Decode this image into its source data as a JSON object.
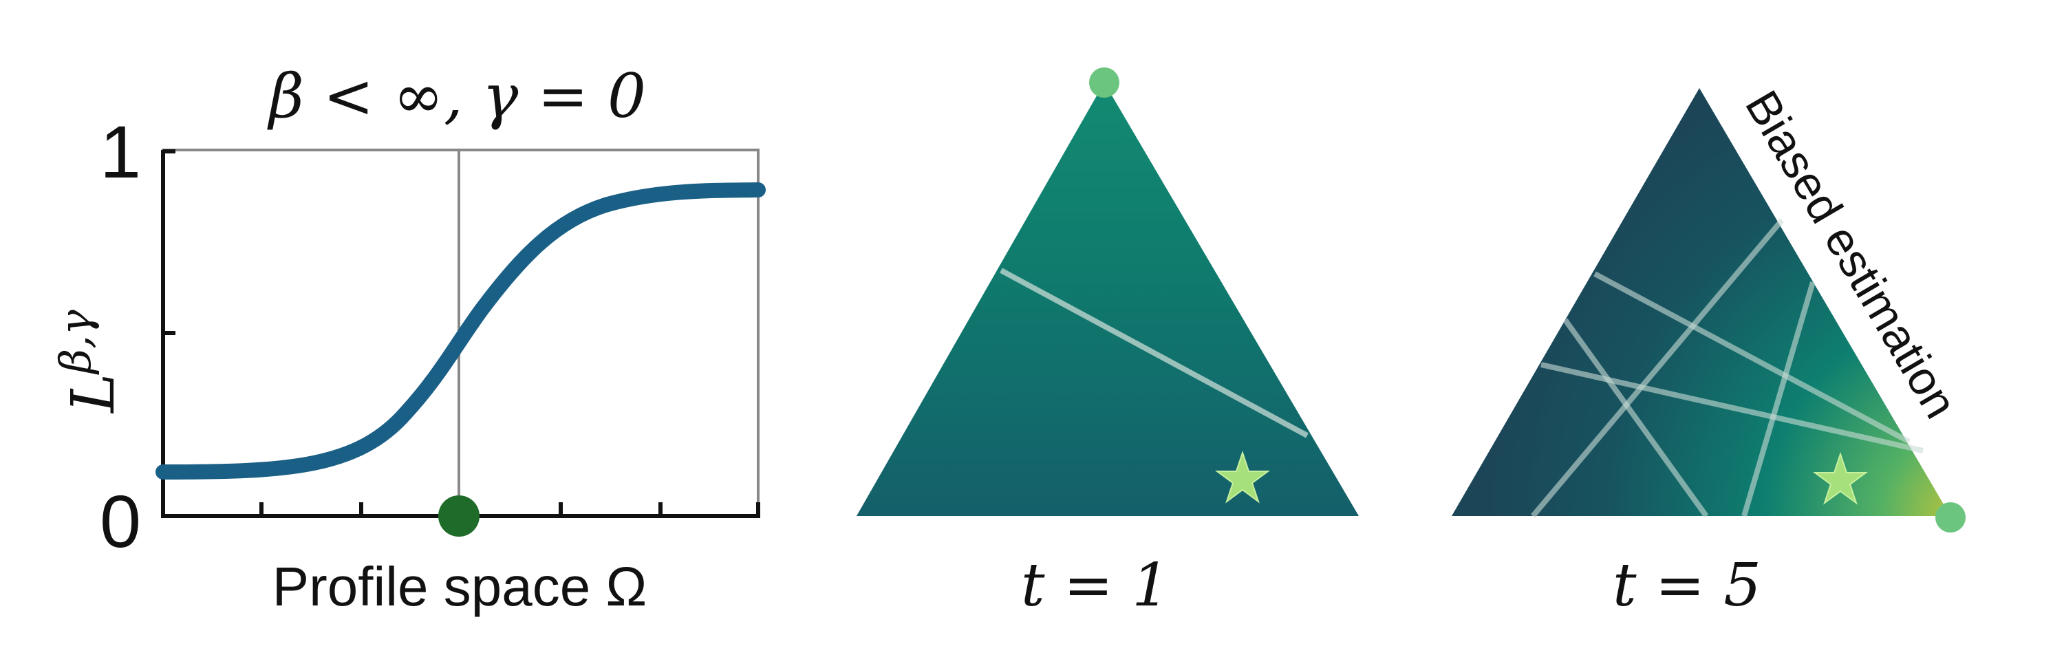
{
  "left_panel": {
    "title": "β < ∞, γ = 0",
    "ylabel": "L",
    "ylabel_superscript": "β,γ",
    "xlabel": "Profile space Ω",
    "y_tick_top": "1",
    "y_tick_bottom": "0"
  },
  "middle_panel": {
    "label": "t = 1"
  },
  "right_panel": {
    "label": "t = 5",
    "annotation": "Biased estimation"
  },
  "colors": {
    "curve": "#1a5f86",
    "marker_dark_green": "#1f6b2a",
    "vertex_marker": "#6cc57e",
    "star": "#a6e07a",
    "triangle_dark": "#1a4a5c",
    "triangle_teal": "#0e7a6e",
    "triangle_yellow": "#b9c23e",
    "lines": "#c9dcd6"
  }
}
